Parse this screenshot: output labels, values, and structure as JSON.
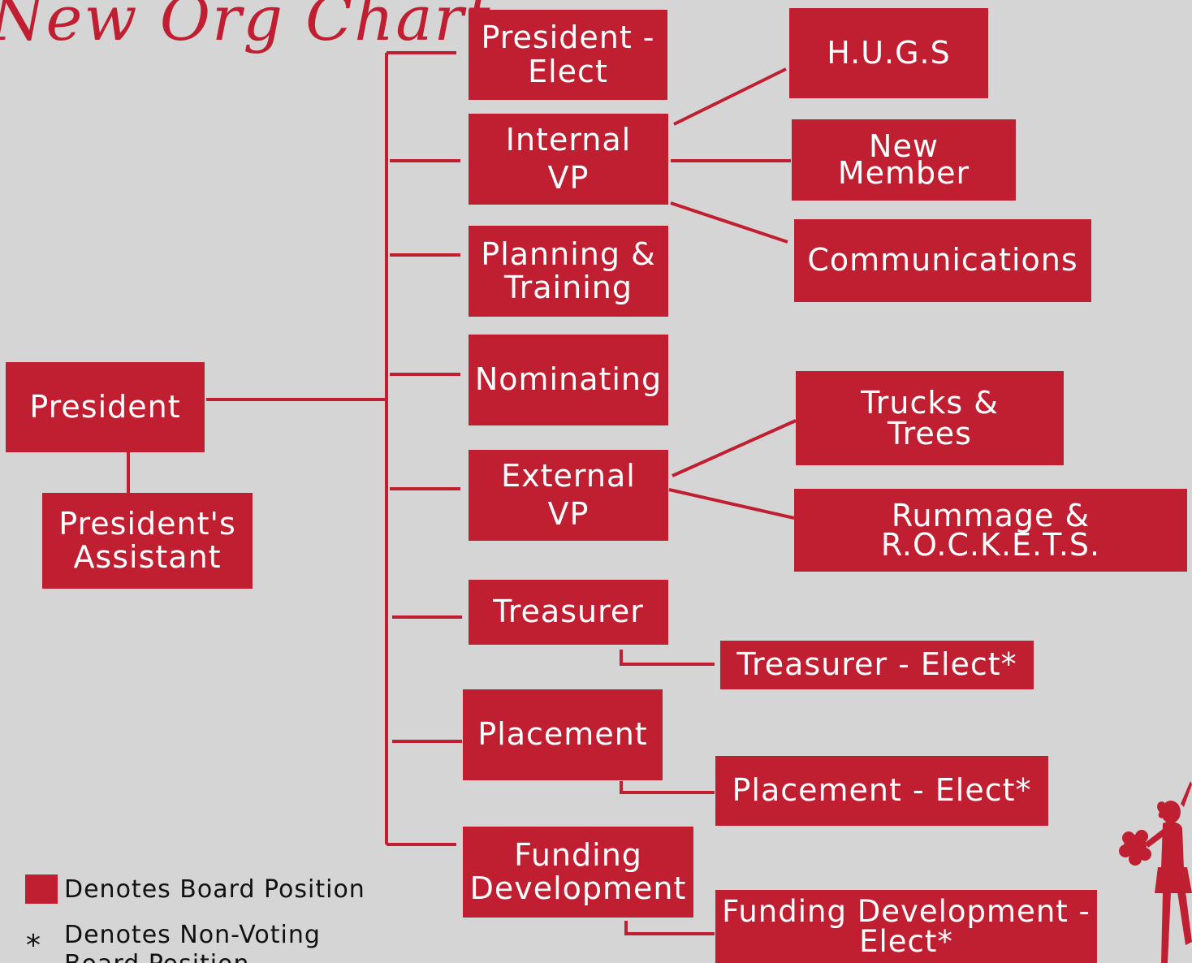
{
  "title": "New Org Chart",
  "colors": {
    "background": "#d5d5d5",
    "accent": "#c01f31",
    "box_text": "#ffffff"
  },
  "nodes": {
    "president": "President",
    "presidents_assistant": [
      "President's",
      "Assistant"
    ],
    "president_elect": [
      "President -",
      "Elect"
    ],
    "internal_vp": [
      "Internal",
      "VP"
    ],
    "planning_training": [
      "Planning &",
      "Training"
    ],
    "nominating": "Nominating",
    "external_vp": [
      "External",
      "VP"
    ],
    "treasurer": "Treasurer",
    "placement": "Placement",
    "funding_development": [
      "Funding",
      "Development"
    ],
    "hugs": "H.U.G.S",
    "new_member": [
      "New",
      "Member"
    ],
    "communications": "Communications",
    "trucks_trees": [
      "Trucks &",
      "Trees"
    ],
    "rummage_rockets": [
      "Rummage &",
      "R.O.C.K.E.T.S."
    ],
    "treasurer_elect": "Treasurer - Elect*",
    "placement_elect": "Placement - Elect*",
    "funding_development_elect": [
      "Funding Development -",
      "Elect*"
    ]
  },
  "legend": {
    "board_position": "Denotes Board Position",
    "star_symbol": "*",
    "non_voting": [
      "Denotes Non-Voting",
      "Board Position"
    ]
  }
}
